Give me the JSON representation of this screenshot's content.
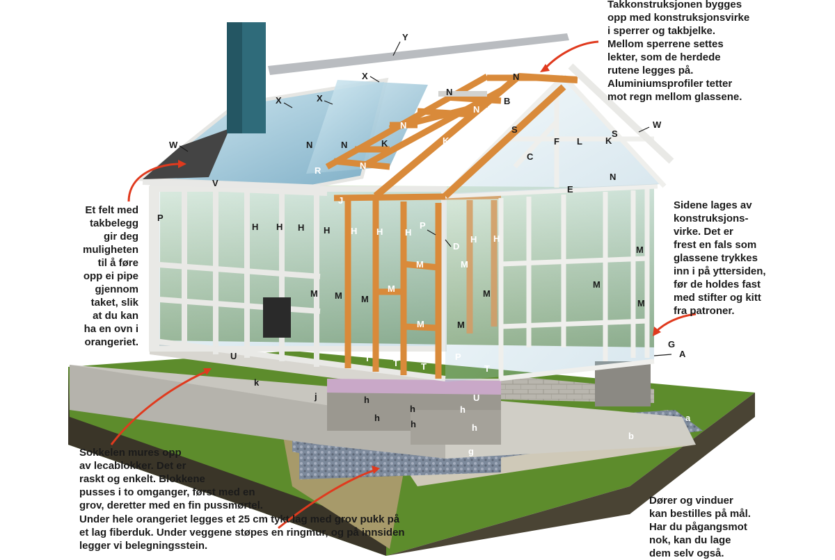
{
  "notes": {
    "roof": [
      "Takkonstruksjonen bygges",
      "opp med konstruksjonsvirke",
      "i sperrer og takbjelke.",
      "Mellom sperrene settes",
      "lekter, som de herdede",
      "rutene legges på.",
      "Aluminiumsprofiler tetter",
      "mot regn mellom glassene."
    ],
    "roofing": [
      "Et felt med",
      "takbelegg",
      "gir deg",
      "muligheten",
      "til å føre",
      "opp ei pipe",
      "gjennom",
      "taket, slik",
      "at du kan",
      "ha en ovn i",
      "orangeriet."
    ],
    "sides": [
      "Sidene lages av",
      "konstruksjons-",
      "virke. Det er",
      "frest en fals som",
      "glassene trykkes",
      "inn i på yttersiden,",
      "før de holdes fast",
      "med stifter og kitt",
      "fra patroner."
    ],
    "base": [
      "Sokkelen mures opp",
      "av lecablokker. Det er",
      "raskt og enkelt. Blokkene",
      "pusses i to omganger, først med en",
      "grov, deretter med en fin pussmørtel."
    ],
    "foundation": [
      "Under hele orangeriet legges et 25 cm tykt lag med grov pukk på",
      "et lag fiberduk. Under veggene støpes en ringmur, og på innsiden",
      "legger vi belegningsstein."
    ],
    "doors": [
      "Dører og vinduer",
      "kan bestilles på mål.",
      "Har du pågangsmot",
      "nok, kan du lage",
      "dem selv også."
    ]
  },
  "labels": {
    "Y": "Y",
    "X": "X",
    "W": "W",
    "V": "V",
    "N": "N",
    "K": "K",
    "B": "B",
    "S": "S",
    "F": "F",
    "L": "L",
    "C": "C",
    "E": "E",
    "R": "R",
    "J": "J",
    "P": "P",
    "H": "H",
    "D": "D",
    "M": "M",
    "U": "U",
    "T": "T",
    "G": "G",
    "A": "A",
    "k": "k",
    "j": "j",
    "h": "h",
    "g": "g",
    "b": "b",
    "a": "a"
  },
  "colors": {
    "timber": "#d98a3a",
    "frame": "#f2f2f0",
    "glass": "#9fc3d6",
    "chimney": "#2f6b7a",
    "grass": "#5a8a2a",
    "soil": "#3e3a2c",
    "concrete": "#bdbdb8",
    "gravel": "#8a96a8",
    "arrow": "#e03a1e"
  }
}
